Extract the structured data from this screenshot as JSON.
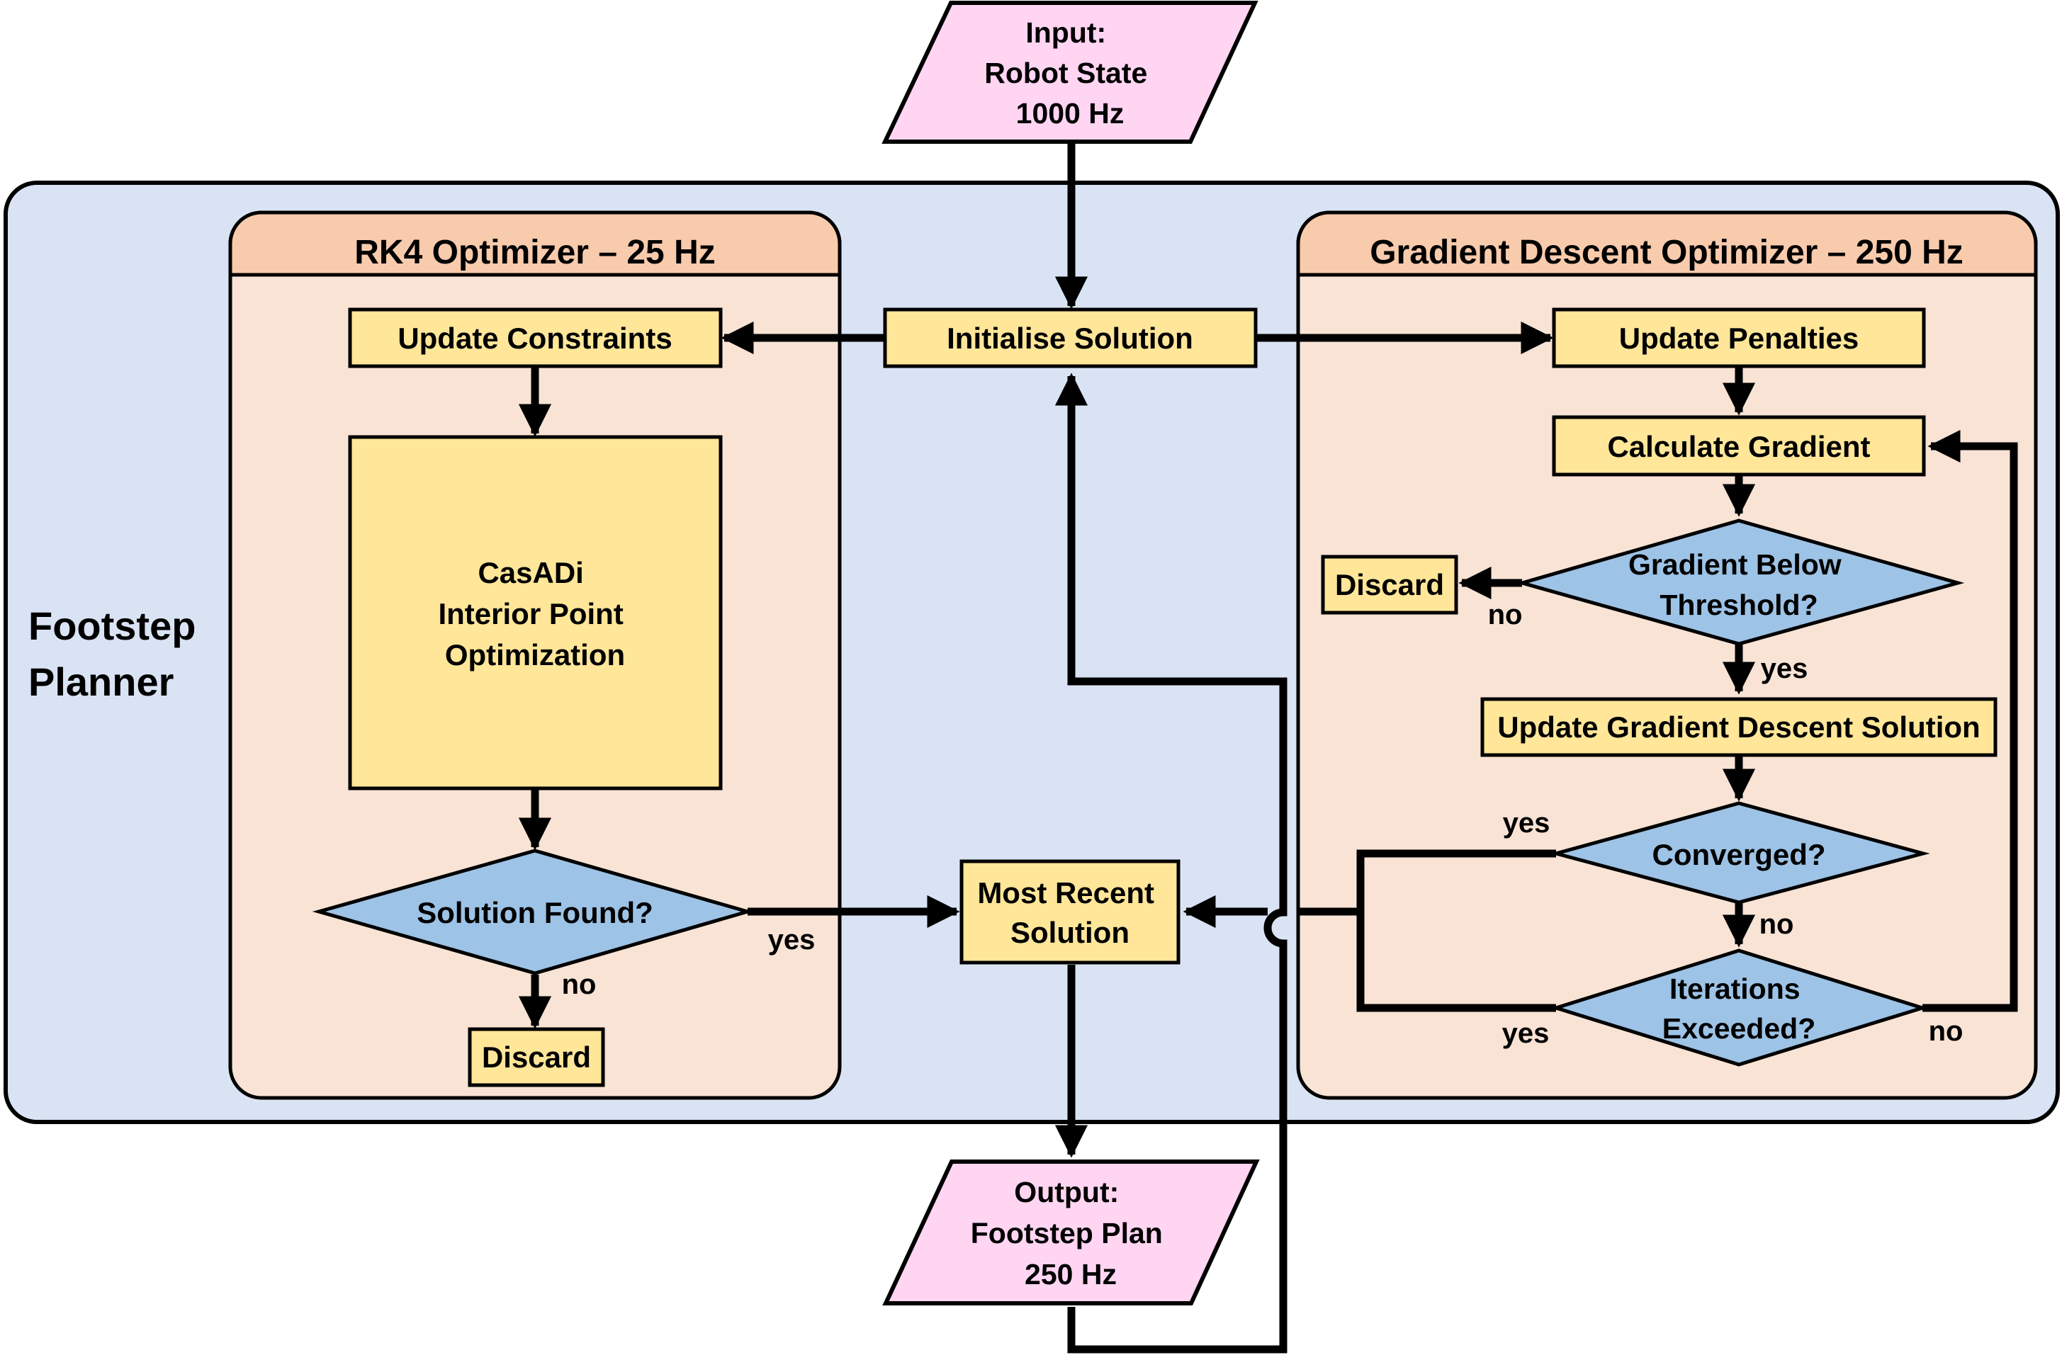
{
  "planner_label": [
    "Footstep",
    "Planner"
  ],
  "input_node": [
    "Input:",
    "Robot State",
    "1000 Hz"
  ],
  "output_node": [
    "Output:",
    "Footstep Plan",
    "250 Hz"
  ],
  "initialise_solution": "Initialise Solution",
  "most_recent_solution": [
    "Most Recent",
    "Solution"
  ],
  "rk4": {
    "title": "RK4 Optimizer – 25 Hz",
    "update_constraints": "Update Constraints",
    "casadi": [
      "CasADi",
      "Interior Point",
      "Optimization"
    ],
    "solution_found": "Solution Found?",
    "discard": "Discard",
    "label_yes": "yes",
    "label_no": "no"
  },
  "gd": {
    "title": "Gradient Descent Optimizer – 250 Hz",
    "update_penalties": "Update Penalties",
    "calculate_gradient": "Calculate Gradient",
    "gradient_below": [
      "Gradient Below",
      "Threshold?"
    ],
    "discard": "Discard",
    "update_gd_solution": "Update Gradient Descent Solution",
    "converged": "Converged?",
    "iterations_exceeded": [
      "Iterations",
      "Exceeded?"
    ],
    "label_no_gradient": "no",
    "label_yes_gradient": "yes",
    "label_yes_converged": "yes",
    "label_no_converged": "no",
    "label_yes_iterations": "yes",
    "label_no_iterations": "no"
  },
  "colors": {
    "planner_bg": "#dae3f3",
    "panel_bg": "#f8e3d5",
    "panel_header": "#f8cbad",
    "process_fill": "#ffe699",
    "decision_fill": "#9dc3e6",
    "io_fill": "#ffd5f2",
    "stroke": "#000000"
  }
}
